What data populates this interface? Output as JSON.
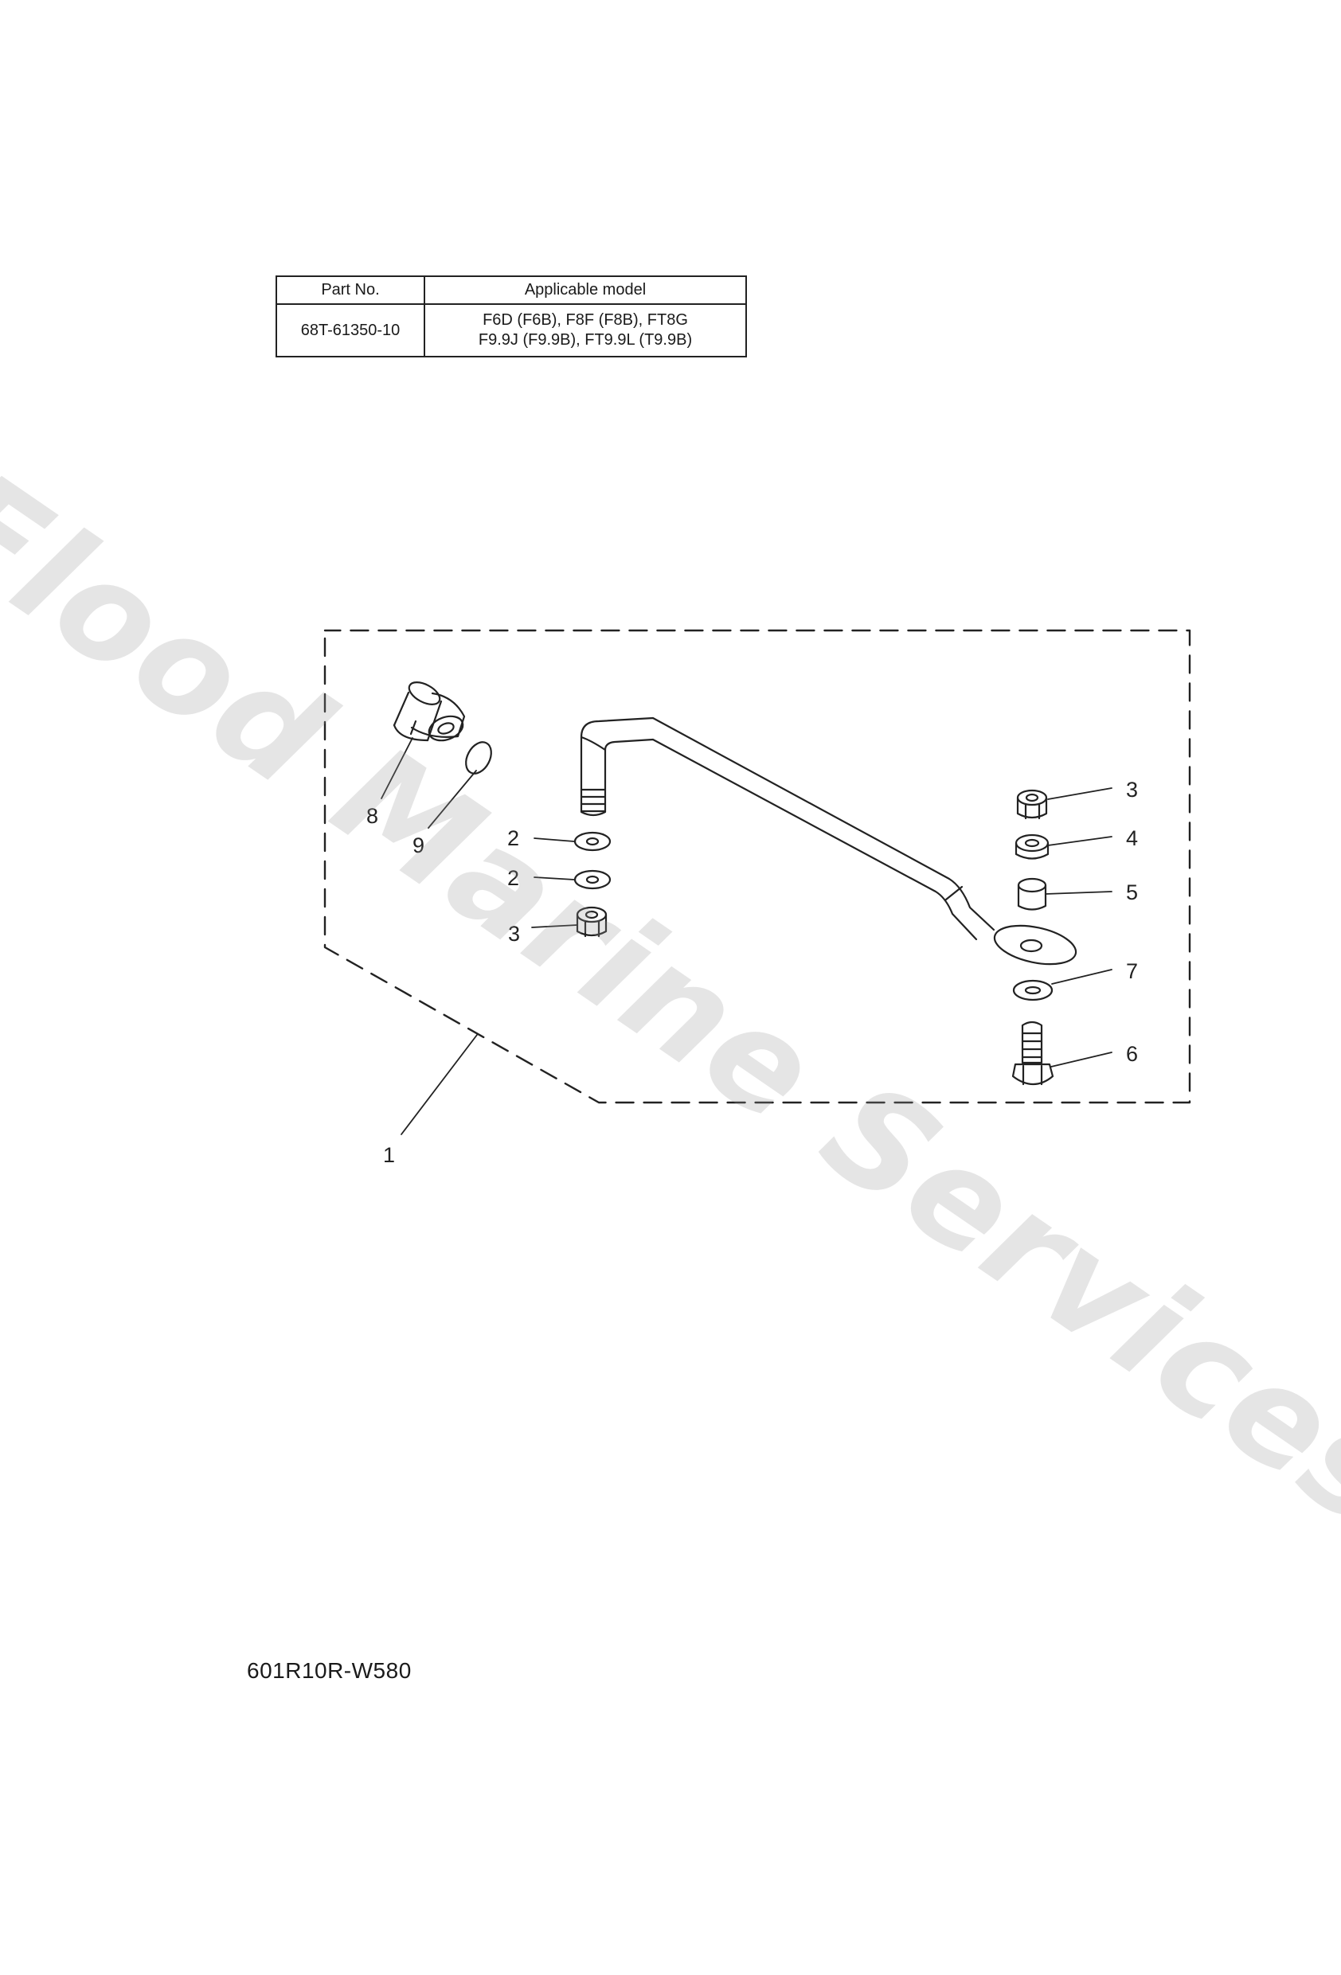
{
  "table": {
    "headers": [
      "Part No.",
      "Applicable model"
    ],
    "rows": [
      {
        "part_no": "68T-61350-10",
        "models_line1": "F6D (F6B), F8F (F8B), FT8G",
        "models_line2": "F9.9J (F9.9B), FT9.9L (T9.9B)"
      }
    ]
  },
  "callouts": {
    "assembly": "1",
    "washer_upper": "2",
    "washer_lower": "2",
    "nut_left": "3",
    "nut_right": "3",
    "nut_4": "4",
    "collar": "5",
    "bolt": "6",
    "washer_7": "7",
    "grommet": "8",
    "o_ring": "9"
  },
  "watermark": "Flood Marine Services",
  "document_code": "601R10R-W580"
}
